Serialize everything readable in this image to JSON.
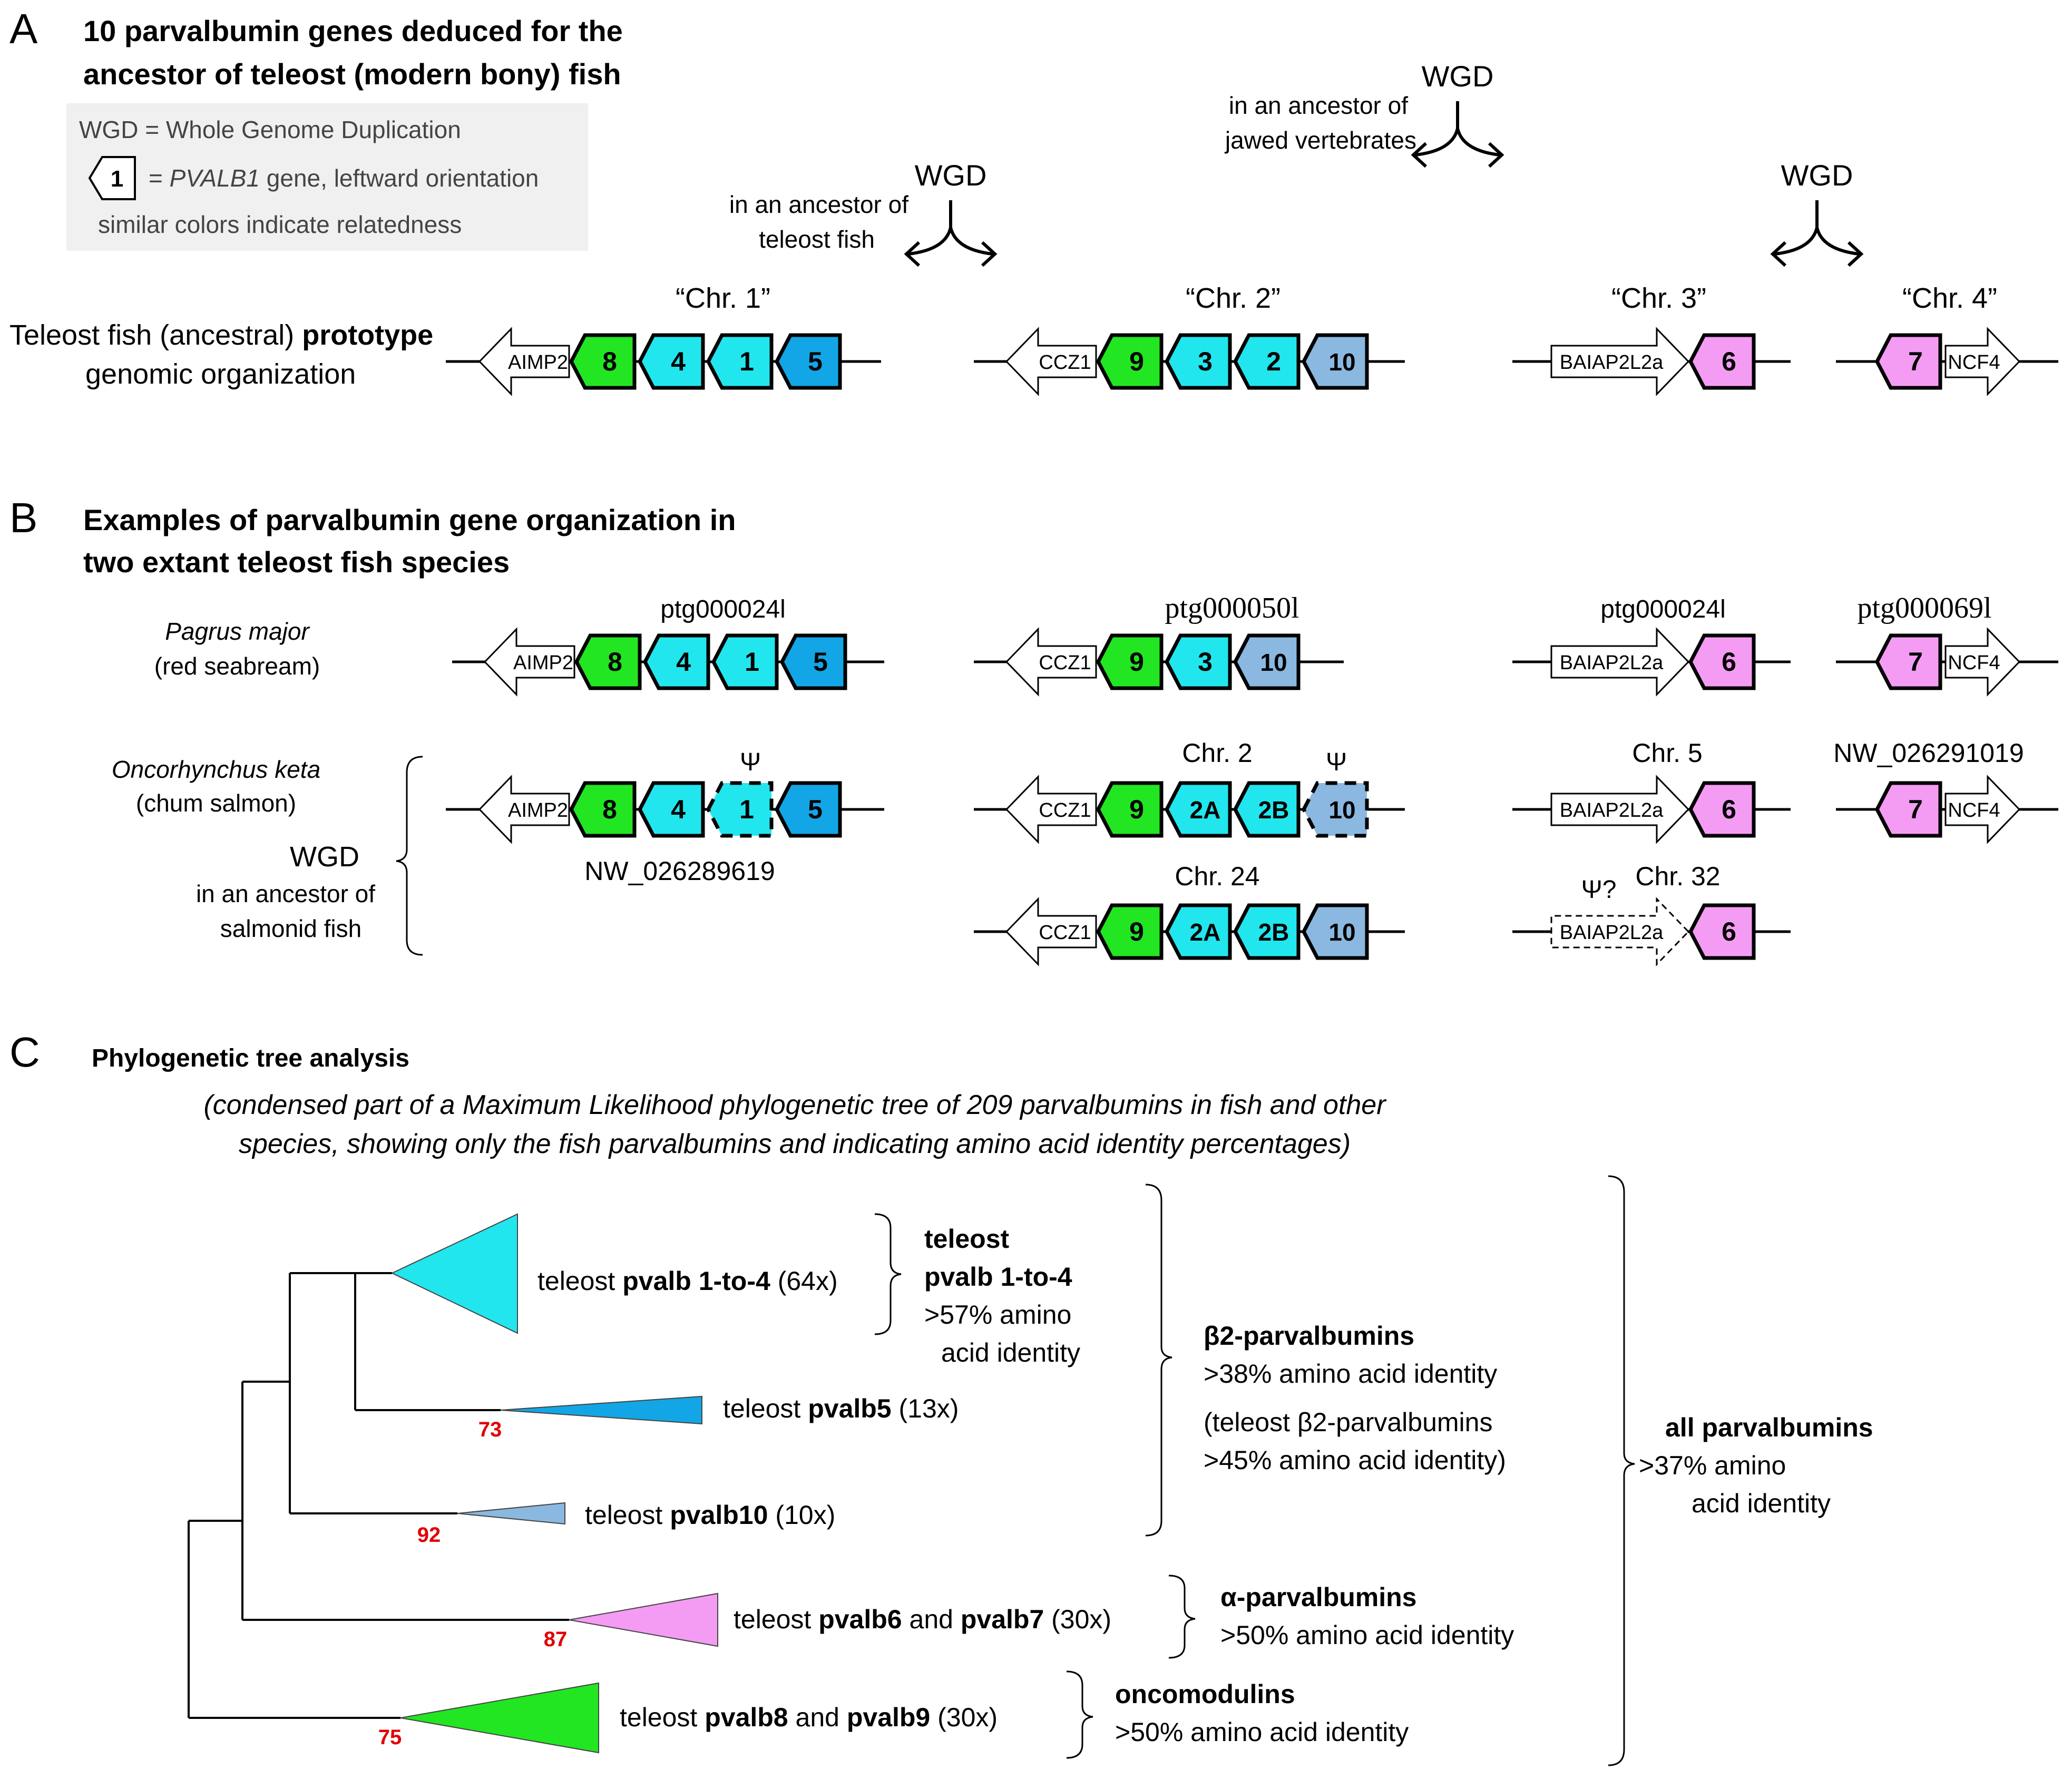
{
  "colors": {
    "green": "#22e622",
    "cyan": "#22e6ee",
    "blue": "#12a6e6",
    "lightblue": "#8ab8e0",
    "pink": "#f49cf4",
    "panel_bg": "#f0f0f0",
    "bootstrap_red": "#e00000"
  },
  "panelA": {
    "letter": "A",
    "title_l1": "10 parvalbumin genes deduced for the",
    "title_l2": "ancestor of  teleost (modern bony) fish",
    "legend_wgd": "WGD = Whole Genome Duplication",
    "legend_gene_num": "1",
    "legend_gene_eq": "= ",
    "legend_gene_italic": "PVALB1",
    "legend_gene_rest": " gene, leftward orientation",
    "legend_colors": "similar colors indicate relatedness",
    "wgd_label": "WGD",
    "wgd1_l1": "in an ancestor of",
    "wgd1_l2": "teleost fish",
    "wgd2_l1": "in an ancestor of",
    "wgd2_l2": "jawed vertebrates",
    "chr1": "“Chr. 1”",
    "chr2": "“Chr. 2”",
    "chr3": "“Chr. 3”",
    "chr4": "“Chr. 4”",
    "proto_l1_a": "Teleost fish (ancestral) ",
    "proto_l1_b": "prototype",
    "proto_l2": "genomic organization",
    "genes": {
      "aimp2": "AIMP2",
      "ccz1": "CCZ1",
      "baiap": "BAIAP2L2a",
      "ncf4": "NCF4",
      "g1": "1",
      "g2": "2",
      "g3": "3",
      "g4": "4",
      "g5": "5",
      "g6": "6",
      "g7": "7",
      "g8": "8",
      "g9": "9",
      "g10": "10",
      "g2a": "2A",
      "g2b": "2B"
    }
  },
  "panelB": {
    "letter": "B",
    "title_l1": "Examples of parvalbumin gene organization in",
    "title_l2": "two extant teleost fish species",
    "pagrus_l1": "Pagrus major",
    "pagrus_l2": "(red seabream)",
    "onco_l1": "Oncorhynchus keta",
    "onco_l2": "(chum salmon)",
    "wgd": "WGD",
    "wgd_l1": "in an ancestor of",
    "wgd_l2": "salmonid fish",
    "ptg24": "ptg000024l",
    "ptg50": "ptg000050l",
    "ptg24b": "ptg000024l",
    "ptg69": "ptg000069l",
    "psi": "Ψ",
    "psi_q": "Ψ?",
    "chr2": "Chr. 2",
    "chr24": "Chr. 24",
    "chr5": "Chr. 5",
    "chr32": "Chr. 32",
    "nw1019": "NW_026291019",
    "nw9619": "NW_026289619"
  },
  "panelC": {
    "letter": "C",
    "title": "Phylogenetic tree analysis",
    "sub_l1": "(condensed part of a Maximum Likelihood phylogenetic tree of 209 parvalbumins in fish and other",
    "sub_l2": "species, showing only the fish parvalbumins and indicating amino acid identity percentages)",
    "clades": {
      "c14": {
        "pre": "teleost ",
        "bold": "pvalb 1-to-4",
        "post": " (64x)"
      },
      "c5": {
        "pre": "teleost ",
        "bold": "pvalb5",
        "post": " (13x)"
      },
      "c10": {
        "pre": "teleost ",
        "bold": "pvalb10",
        "post": " (10x)"
      },
      "c67": {
        "pre": "teleost ",
        "bold1": "pvalb6",
        "mid": " and ",
        "bold2": "pvalb7",
        "post": " (30x)"
      },
      "c89": {
        "pre": "teleost ",
        "bold1": "pvalb8",
        "mid": " and ",
        "bold2": "pvalb9",
        "post": " (30x)"
      }
    },
    "bootstrap": {
      "b73": "73",
      "b92": "92",
      "b87": "87",
      "b75": "75"
    },
    "grp14_l1": "teleost",
    "grp14_l2": "pvalb 1-to-4",
    "grp14_l3": ">57% amino",
    "grp14_l4": "acid identity",
    "beta2_title": "β2-parvalbumins",
    "beta2_l2": ">38% amino acid identity",
    "beta2_l3": "(teleost β2-parvalbumins",
    "beta2_l4": ">45% amino acid identity)",
    "alpha_title": "α-parvalbumins",
    "alpha_l2": ">50% amino acid identity",
    "onco_title": "oncomodulins",
    "onco_l2": ">50% amino acid identity",
    "all_title": "all parvalbumins",
    "all_l2": ">37% amino",
    "all_l3": "acid identity"
  }
}
